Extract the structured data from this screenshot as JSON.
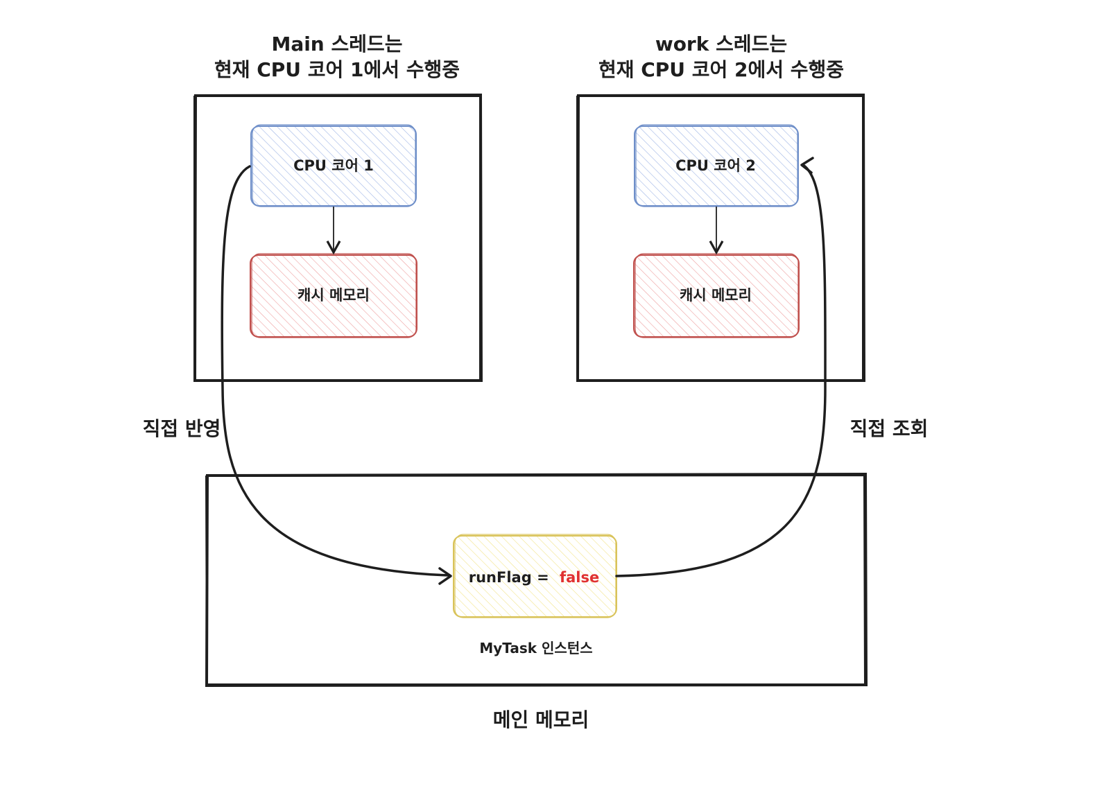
{
  "thread_main": {
    "title_line1": "Main 스레드는",
    "title_line2": "현재 CPU 코어 1에서 수행중",
    "cpu_label": "CPU 코어 1",
    "cache_label": "캐시 메모리"
  },
  "thread_work": {
    "title_line1": "work 스레드는",
    "title_line2": "현재 CPU 코어 2에서 수행중",
    "cpu_label": "CPU 코어 2",
    "cache_label": "캐시 메모리"
  },
  "edges": {
    "left_label": "직접 반영",
    "right_label": "직접 조회"
  },
  "main_memory": {
    "label": "메인 메모리",
    "instance_label": "MyTask 인스턴스",
    "variable_name": "runFlag =",
    "variable_value": "false"
  },
  "colors": {
    "cpu_stroke": "#6f8fc9",
    "cpu_fill": "#dbe4ff",
    "cache_stroke": "#c0504d",
    "cache_fill": "#ffd6d6",
    "var_stroke": "#d9c35a",
    "var_fill": "#fff6c4",
    "value_red": "#e03131"
  }
}
